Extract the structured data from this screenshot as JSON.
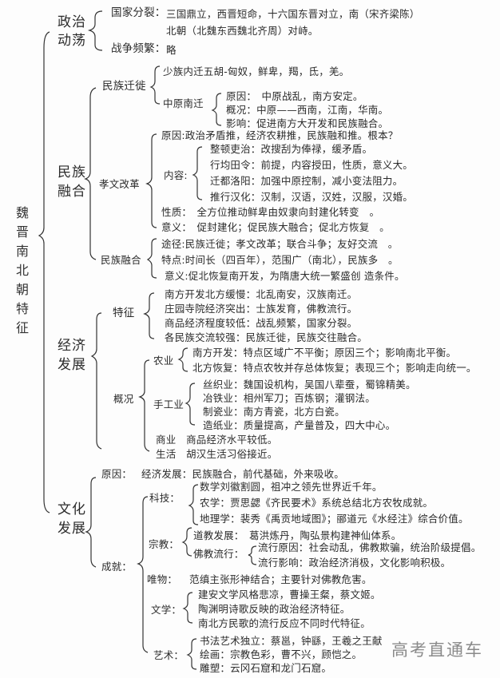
{
  "title": "魏晋南北朝特征",
  "sections": {
    "politics": {
      "label_1": "政治",
      "label_2": "动荡",
      "split_label": "国家分裂：",
      "split_text_1": "三国鼎立，西晋短命，十六国东晋对立，南（宋齐梁陈）",
      "split_text_2": "北朝（北魏东西魏北齐周）对峙。",
      "war_label": "战争频繁：",
      "war_text": "略"
    },
    "ethnic": {
      "label_1": "民族",
      "label_2": "融合",
      "migration": {
        "label": "民族迁徙",
        "item_1": "少族内迁五胡-匈奴，鲜卑，羯，氐，羌。",
        "south_label": "中原南迁",
        "cause": "原因：　中原战乱，南方安定。",
        "overview": "概况：中原——西南，江南，华南。",
        "impact": "影响：促进南方大开发和民族融合。"
      },
      "reform": {
        "label": "孝文改革",
        "cause": "原因:政治矛盾推，经济农耕推，民族融和推。根本？",
        "content_label": "内容:",
        "content": [
          "整顿吏治：改搜刮为俸禄，缓矛盾。",
          "行均田令：前提，内容授田，性质，意义大。",
          "迁都洛阳：加强中原控制，减小变法阻力。",
          "推行汉化：汉制，汉语，汉姓，汉服，汉婚。"
        ],
        "nature": "性质：　全方位推动鲜卑由奴隶向封建化转变　。",
        "meaning": "意义：　促封建化；促民族大融合；促北方恢复　。"
      },
      "fusion": {
        "label": "民族融合",
        "items": [
          "途径:民族迁徙；孝文改革；联合斗争；友好交流　。",
          "特点:时间长（四百年），范围广（南北），民族多　。",
          "意义:促北恢复南开发，为隋唐大统一繁盛创 造条件。"
        ]
      }
    },
    "economy": {
      "label_1": "经济",
      "label_2": "发展",
      "features": {
        "label": "特征",
        "items": [
          "南方开发北方缓慢：北乱南安，汉族南迁。",
          "庄园寺院经济突出：士族发育，佛教流行。",
          "商品经济程度较低：战乱频繁，国家分裂。",
          "各民族交流较强：民族迁徙，民族交往融合。"
        ]
      },
      "overview": {
        "label": "概况",
        "agri_label": "农业",
        "agri": [
          "南方开发：特点区域广不平衡；原因三个；影响南北平衡。",
          "北方恢复：特点农牧并存总体恢复；表现三个；影响走向统一。"
        ],
        "craft_label": "手工业",
        "craft": [
          "丝织业：魏国设机构，吴国八辈蚕，蜀锦精美。",
          "冶铁业：相州军刀；百炼钢；灌钢法。",
          "制瓷业：南方青瓷，北方白瓷。",
          "造纸业：质量提高，产量普及，四大中心。"
        ],
        "commerce": "商业　商品经济水平较低。",
        "life": "生活　胡汉生活习俗接近。"
      }
    },
    "culture": {
      "label_1": "文化",
      "label_2": "发展",
      "cause_label": "原因：",
      "cause_text": "经济发展：民族融合，前代基础，外来吸收。",
      "achievements_label": "成就：",
      "science_label": "科技：",
      "science": [
        "数学刘徽割圆，祖冲之领先世界近千年。",
        "农学：贾思勰《齐民要术》系统总结北方农牧成就。",
        "地理学：裴秀《禹贡地域图》；郦道元《水经注》综合价值。"
      ],
      "religion_label": "宗教：",
      "taoism": "道教发展：　葛洪炼丹，陶弘景构建神仙体系。",
      "buddhism_label": "佛教流行：",
      "buddhism": [
        "流行原因：社会动乱，佛教欺骗，统治阶级提倡。",
        "流行影响：政治经济消极，文化影响积极。"
      ],
      "materialism_label": "唯物：",
      "materialism_text": "范缜主张形神结合；主要针对佛教危害。",
      "literature_label": "文学：",
      "literature": [
        "建安文学风格悲凉，曹操王粲，蔡文姬。",
        "陶渊明诗歌反映的政治经济特征。",
        "南北方民歌的流行反应不同时代特征。"
      ],
      "art_label": "艺术：",
      "art": [
        "书法艺术独立：蔡邕，钟繇，王羲之王献",
        "绘画：宗教色彩，曹不兴，顾恺之。",
        "雕塑：云冈石窟和龙门石窟。"
      ]
    }
  },
  "watermark": "高考直通车"
}
